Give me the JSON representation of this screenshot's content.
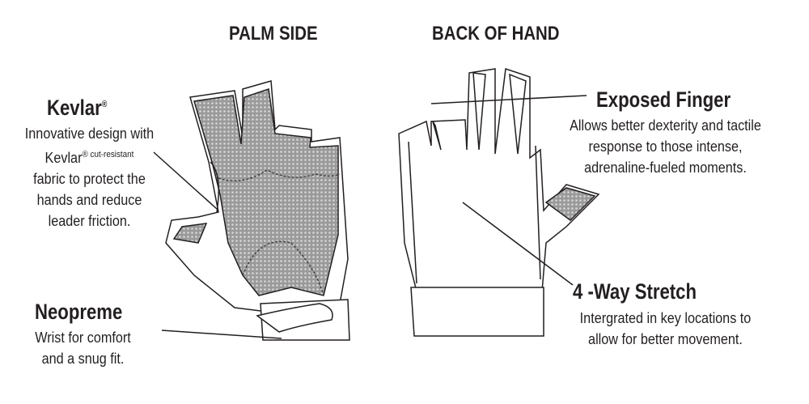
{
  "titles": {
    "palm": "PALM SIDE",
    "back": "BACK OF HAND"
  },
  "callouts": {
    "kevlar": {
      "heading": "Kevlar",
      "heading_mark": "®",
      "lines": [
        "Innovative design with",
        "Kevlar",
        "® cut-resistant",
        "fabric to protect the",
        "hands and reduce",
        "leader friction."
      ]
    },
    "neopreme": {
      "heading": "Neopreme",
      "lines": [
        "Wrist for comfort",
        "and a snug fit."
      ]
    },
    "exposed_finger": {
      "heading": "Exposed Finger",
      "lines": [
        "Allows better dexterity and tactile",
        "response to those intense,",
        "adrenaline-fueled moments."
      ]
    },
    "stretch": {
      "heading": "4 -Way Stretch",
      "lines": [
        "Intergrated in key locations to",
        "allow for better movement."
      ]
    }
  }
}
